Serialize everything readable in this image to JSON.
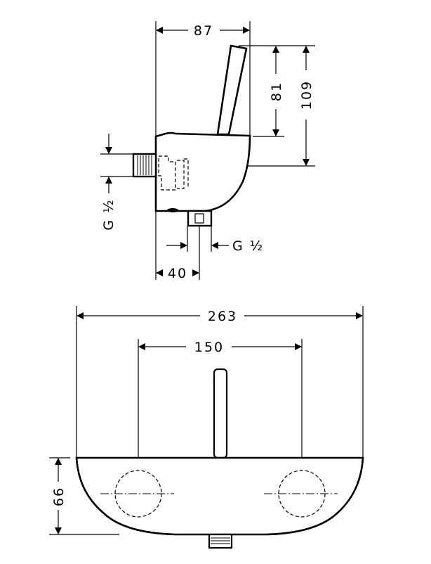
{
  "side_view": {
    "width_label": "87",
    "handle_height_label": "81",
    "total_height_label": "109",
    "inlet_label": "G ½",
    "outlet_label": "G ½",
    "outlet_offset_label": "40"
  },
  "front_view": {
    "total_width_label": "263",
    "center_distance_label": "150",
    "depth_label": "66"
  }
}
